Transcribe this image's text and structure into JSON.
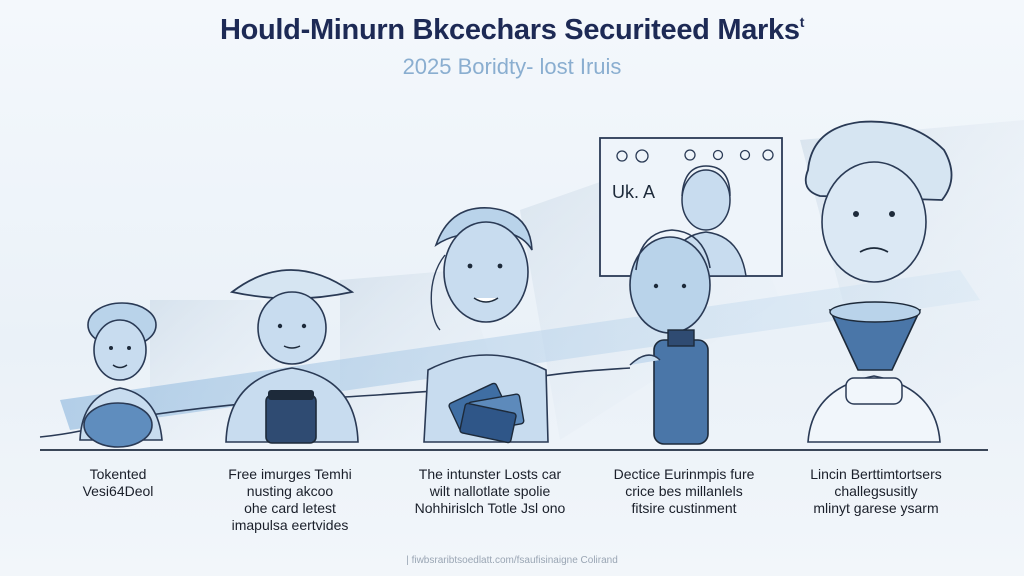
{
  "header": {
    "title": "Hould-Minurn Bkcechars Securiteed Marks",
    "title_tail": "t",
    "subtitle": "2025 Boridty- lost Iruis"
  },
  "frame": {
    "label": "Uk. A"
  },
  "captions": [
    {
      "lines": [
        "Tokented",
        "Vesi64Deol"
      ]
    },
    {
      "lines": [
        "Free imurges Temhi",
        "nusting akcoo",
        "ohe card letest",
        "imapulsa eertvides"
      ]
    },
    {
      "lines": [
        "The intunster Losts car",
        "wilt nallotlate spolie",
        "Nohhirislch Totle Jsl ono"
      ]
    },
    {
      "lines": [
        "Dectice Eurinmpis fure",
        "crice bes millanlels",
        "fitsire custinment"
      ]
    },
    {
      "lines": [
        "Lincin Berttimtortsers",
        "challegsusitly",
        "mlinyt garese ysarm"
      ]
    }
  ],
  "footer": {
    "text": "| fiwbsraribtsoedlatt.com/fsaufisinaigne Colirand"
  },
  "colors": {
    "title": "#1d2a55",
    "subtitle": "#8aaed0",
    "figure_fill": "#a9c7e3",
    "figure_stroke": "#2a3a55",
    "accent_blue": "#3f6ea3"
  }
}
